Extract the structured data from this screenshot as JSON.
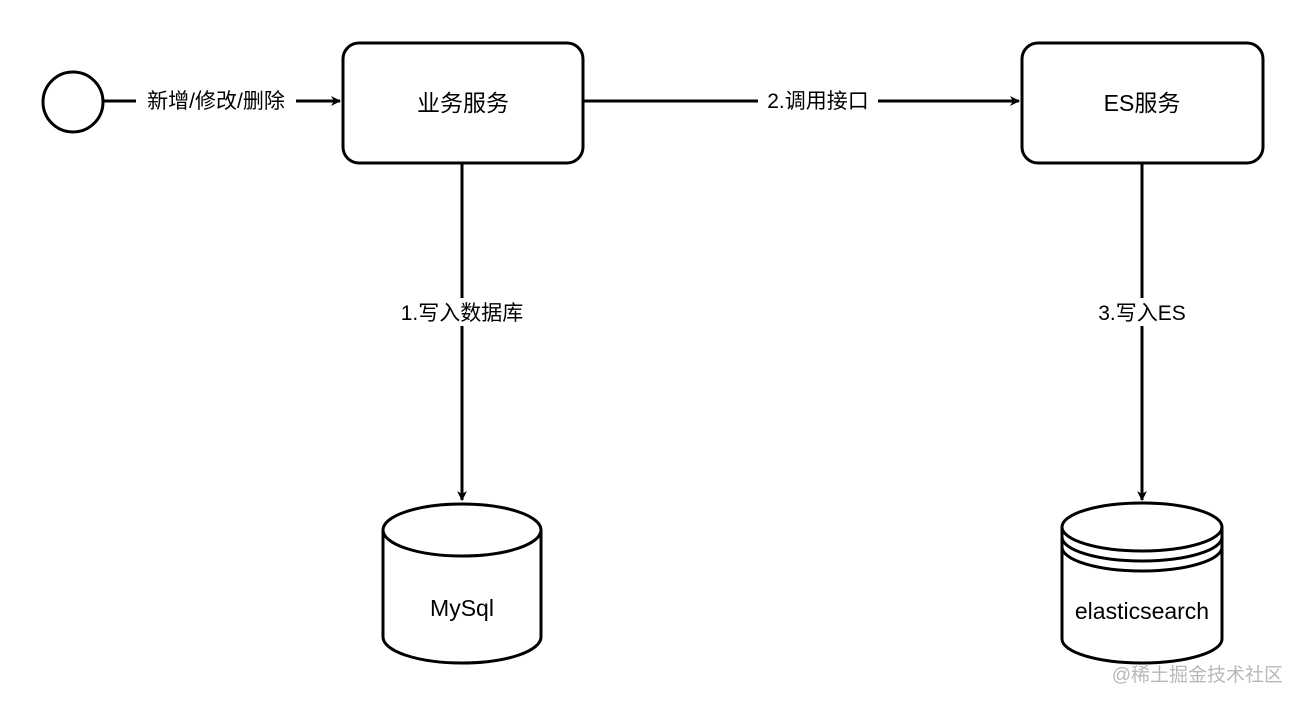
{
  "nodes": {
    "start": {
      "shape": "circle"
    },
    "business_service": {
      "label": "业务服务"
    },
    "es_service": {
      "label": "ES服务"
    },
    "mysql": {
      "label": "MySql"
    },
    "elasticsearch": {
      "label": "elasticsearch"
    }
  },
  "edges": {
    "crud": {
      "label": "新增/修改/删除"
    },
    "call_api": {
      "label": "2.调用接口"
    },
    "write_db": {
      "label": "1.写入数据库"
    },
    "write_es": {
      "label": "3.写入ES"
    }
  },
  "watermark": "@稀土掘金技术社区",
  "colors": {
    "stroke": "#000000",
    "fill": "#ffffff",
    "watermark": "#b8b8b8"
  }
}
